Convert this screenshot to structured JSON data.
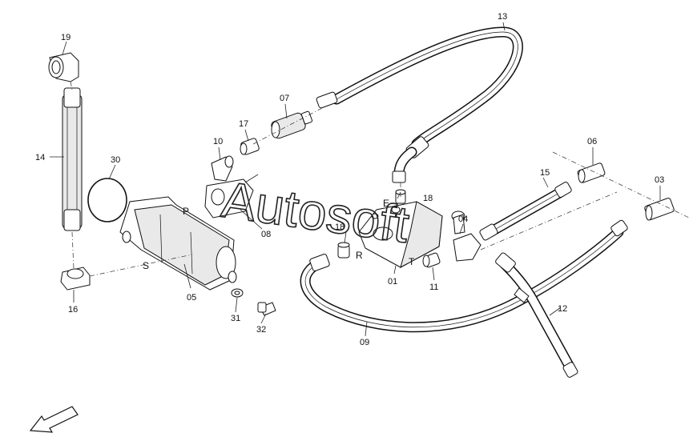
{
  "callouts": {
    "c01": "01",
    "c03": "03",
    "c04": "04",
    "c05": "05",
    "c06": "06",
    "c07": "07",
    "c08": "08",
    "c09": "09",
    "c10": "10",
    "c11": "11",
    "c12": "12",
    "c13": "13",
    "c14": "14",
    "c15": "15",
    "c16": "16",
    "c17": "17",
    "c18a": "18",
    "c18b": "18",
    "c19": "19",
    "c30": "30",
    "c31": "31",
    "c32": "32"
  },
  "ports": {
    "P": "P",
    "S": "S",
    "E": "E",
    "R": "R",
    "T": "T"
  },
  "watermark": "Autosoft",
  "icons": {
    "direction": "direction-arrow-icon"
  }
}
